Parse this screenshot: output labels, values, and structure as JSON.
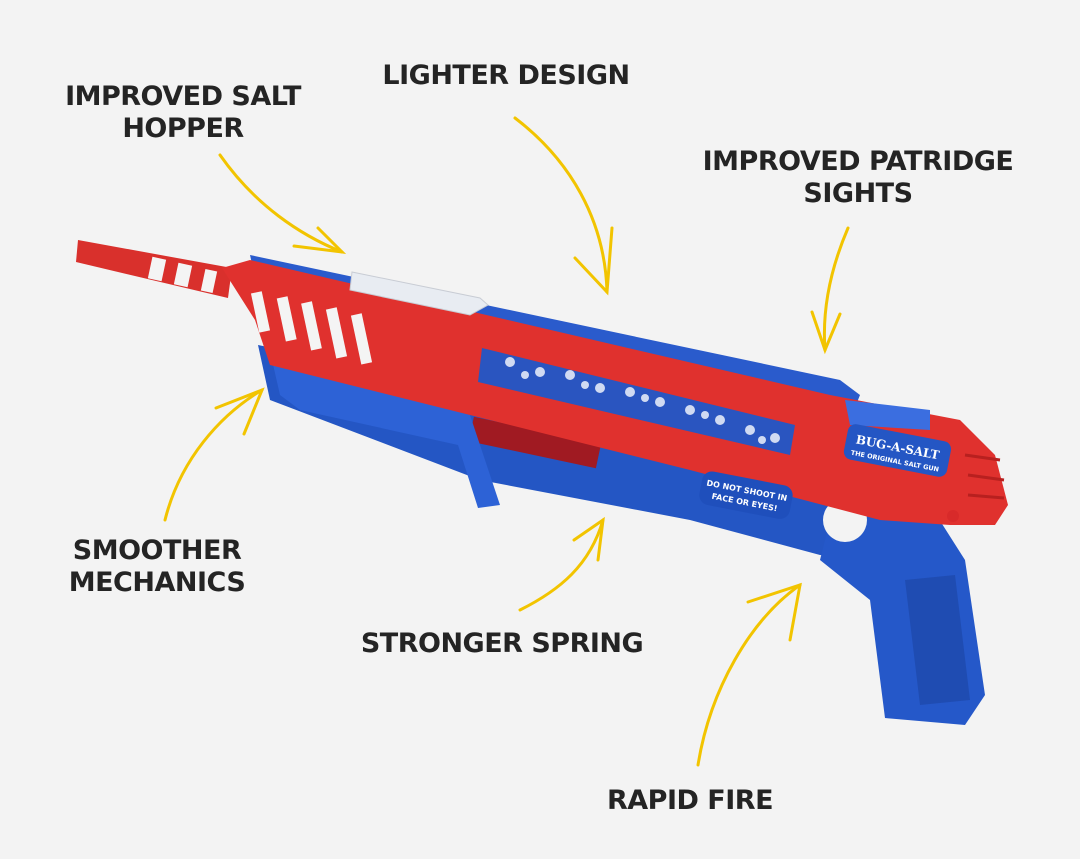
{
  "callouts": {
    "salt_hopper": [
      "IMPROVED SALT",
      "HOPPER"
    ],
    "lighter_design": "LIGHTER DESIGN",
    "patridge_sights": [
      "IMPROVED PATRIDGE",
      "SIGHTS"
    ],
    "smoother_mechanics": [
      "SMOOTHER",
      "MECHANICS"
    ],
    "stronger_spring": "STRONGER SPRING",
    "rapid_fire": "RAPID FIRE"
  },
  "product": {
    "brand": "BUG-A-SALT",
    "tagline": "THE ORIGINAL SALT GUN",
    "warning": [
      "DO NOT SHOOT IN",
      "FACE OR EYES!"
    ]
  },
  "colors": {
    "background": "#f3f3f3",
    "arrow": "#f2c400",
    "red": "#e0302e",
    "blue": "#2456c4",
    "text": "#242424"
  }
}
